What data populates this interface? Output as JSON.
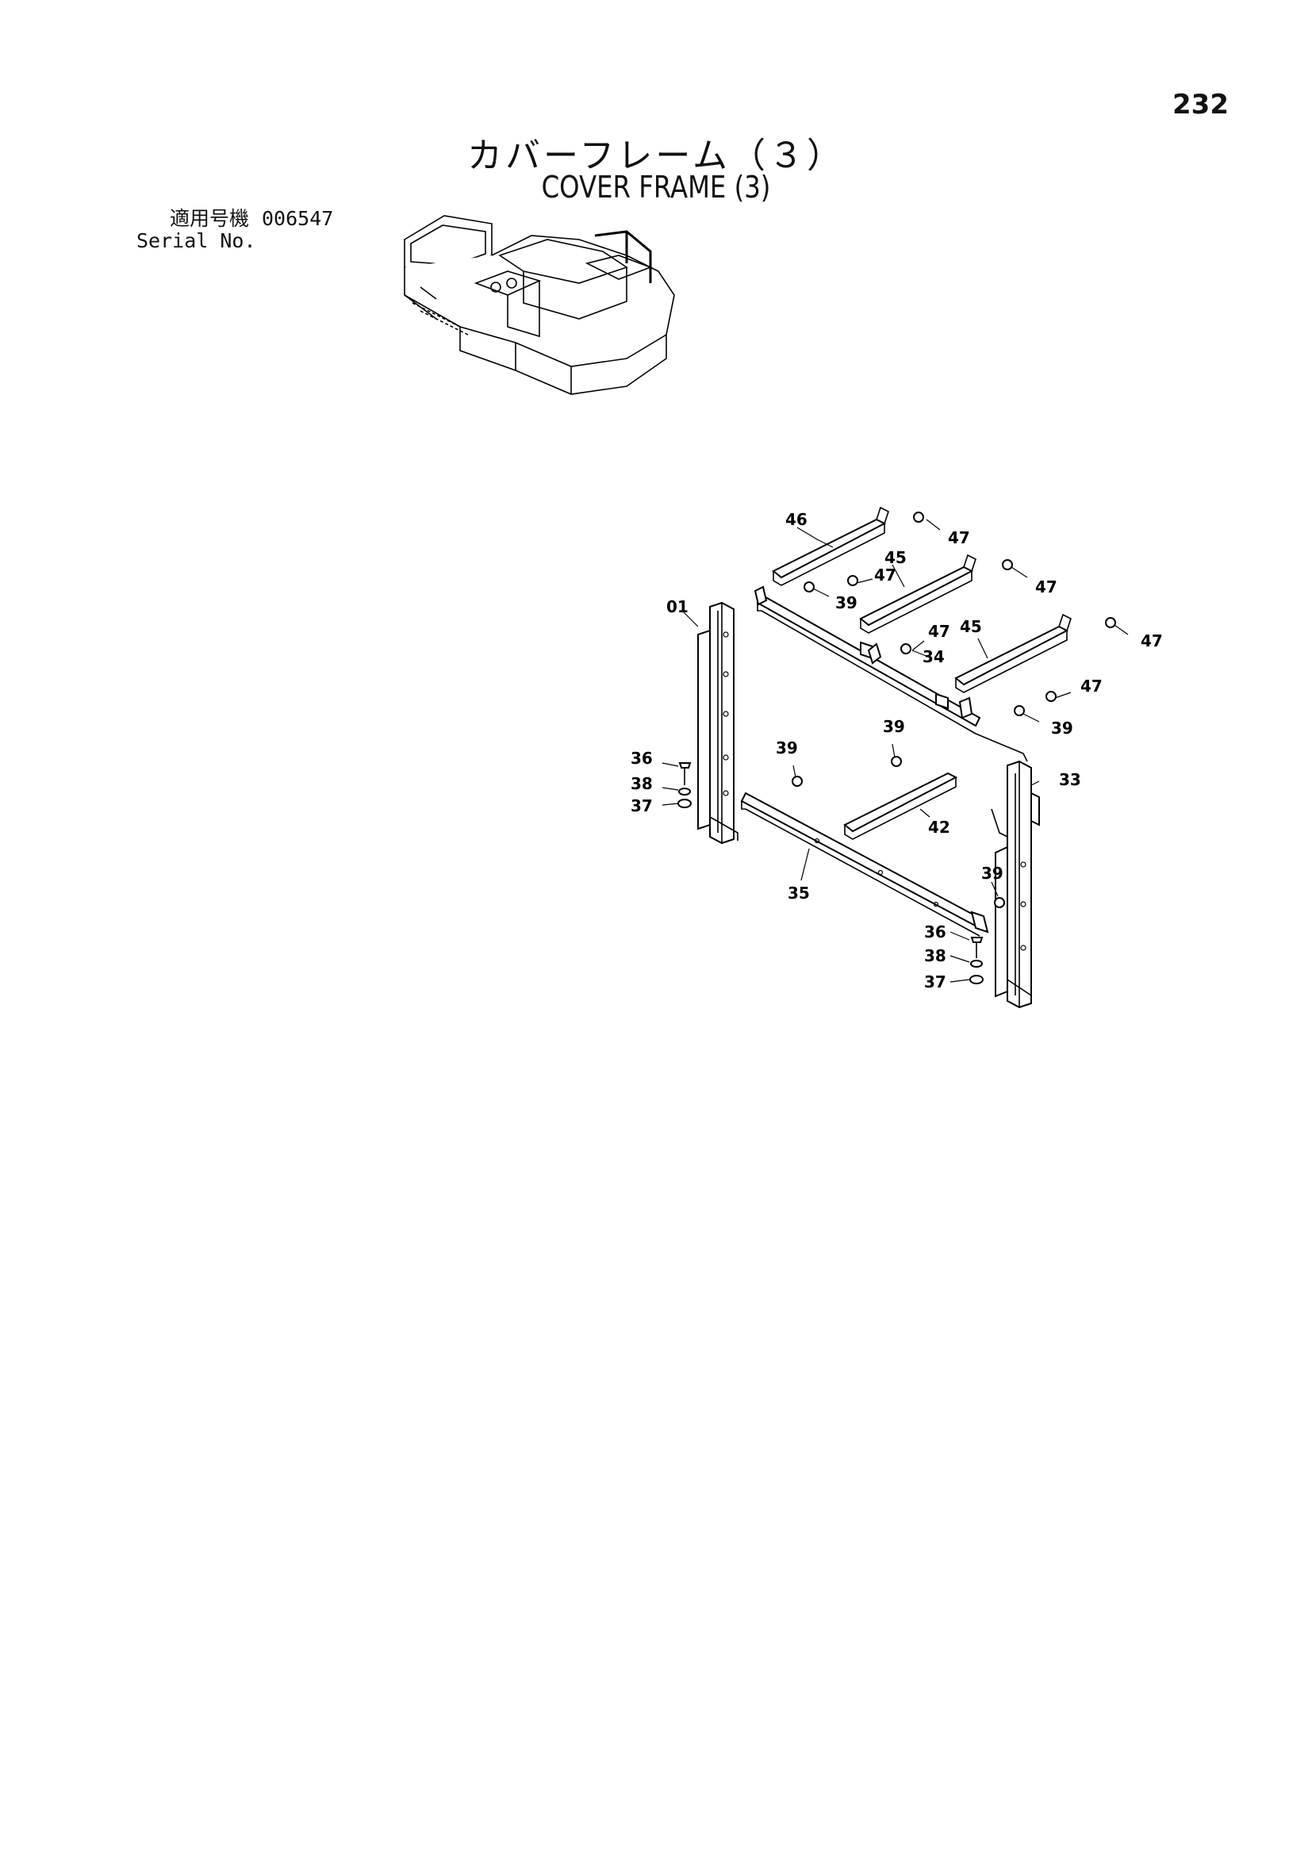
{
  "page_number": "232",
  "title": {
    "japanese": "カバーフレーム（３）",
    "english": "COVER FRAME (3)"
  },
  "serial": {
    "label_jp": "適用号機",
    "value": "006547",
    "label_en": "Serial No."
  },
  "callouts": {
    "c01": "01",
    "c33": "33",
    "c34": "34",
    "c35": "35",
    "c36a": "36",
    "c36b": "36",
    "c37a": "37",
    "c37b": "37",
    "c38a": "38",
    "c38b": "38",
    "c39a": "39",
    "c39b": "39",
    "c39c": "39",
    "c39d": "39",
    "c39e": "39",
    "c42": "42",
    "c45a": "45",
    "c45b": "45",
    "c46": "46",
    "c47a": "47",
    "c47b": "47",
    "c47c": "47",
    "c47d": "47",
    "c47e": "47",
    "c47f": "47"
  }
}
